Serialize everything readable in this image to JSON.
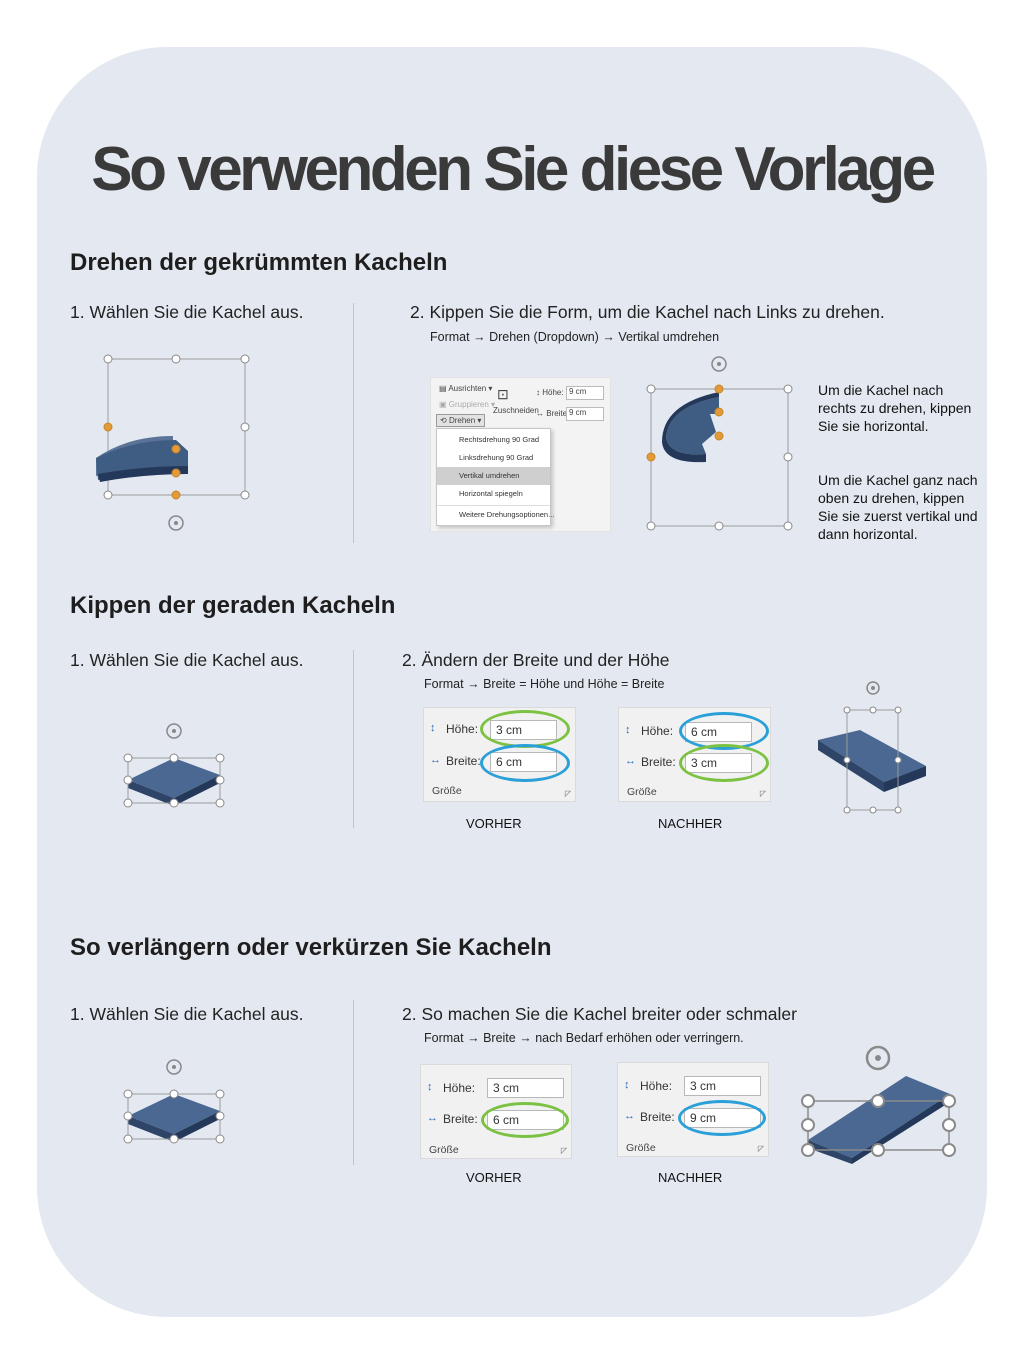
{
  "title": "So verwenden Sie diese Vorlage",
  "colors": {
    "background": "#e4e9f1",
    "tile": "#3f5c82",
    "handle_orange": "#e29a3a",
    "green": "#7cc242",
    "blue": "#2a9fd8"
  },
  "sections": [
    {
      "heading": "Drehen der gekrümmten Kacheln",
      "step1": "1. Wählen Sie die Kachel aus.",
      "step2": "2. Kippen Sie die Form, um die Kachel nach Links zu drehen.",
      "path": [
        "Format",
        "Drehen (Dropdown)",
        "Vertikal umdrehen"
      ],
      "ribbon": {
        "ausrichten": "Ausrichten",
        "gruppieren": "Gruppieren",
        "drehen": "Drehen",
        "zuschneiden": "Zuschneiden",
        "hoehe_label": "Höhe:",
        "hoehe_value": "9 cm",
        "breite_label": "Breite:",
        "breite_value": "9 cm",
        "menu": [
          "Rechtsdrehung 90 Grad",
          "Linksdrehung 90 Grad",
          "Vertikal umdrehen",
          "Horizontal spiegeln",
          "Weitere Drehungsoptionen..."
        ],
        "menu_selected_index": 2
      },
      "note1": "Um die Kachel nach rechts zu drehen, kippen Sie sie horizontal.",
      "note2": "Um die Kachel ganz nach oben zu drehen, kippen Sie sie zuerst vertikal und dann horizontal."
    },
    {
      "heading": "Kippen der geraden Kacheln",
      "step1": "1. Wählen Sie die Kachel aus.",
      "step2": "2. Ändern der Breite und der Höhe",
      "path": [
        "Format",
        "Breite = Höhe und Höhe = Breite"
      ],
      "before": {
        "hoehe_label": "Höhe:",
        "hoehe": "3 cm",
        "breite_label": "Breite:",
        "breite": "6 cm",
        "group": "Größe",
        "caption": "VORHER"
      },
      "after": {
        "hoehe_label": "Höhe:",
        "hoehe": "6 cm",
        "breite_label": "Breite:",
        "breite": "3 cm",
        "group": "Größe",
        "caption": "NACHHER"
      }
    },
    {
      "heading": "So verlängern oder verkürzen Sie Kacheln",
      "step1": "1. Wählen Sie die Kachel aus.",
      "step2": "2. So machen Sie die Kachel breiter oder schmaler",
      "path": [
        "Format",
        "Breite",
        "nach Bedarf erhöhen oder verringern."
      ],
      "before": {
        "hoehe_label": "Höhe:",
        "hoehe": "3 cm",
        "breite_label": "Breite:",
        "breite": "6 cm",
        "group": "Größe",
        "caption": "VORHER"
      },
      "after": {
        "hoehe_label": "Höhe:",
        "hoehe": "3 cm",
        "breite_label": "Breite:",
        "breite": "9 cm",
        "group": "Größe",
        "caption": "NACHHER"
      }
    }
  ]
}
